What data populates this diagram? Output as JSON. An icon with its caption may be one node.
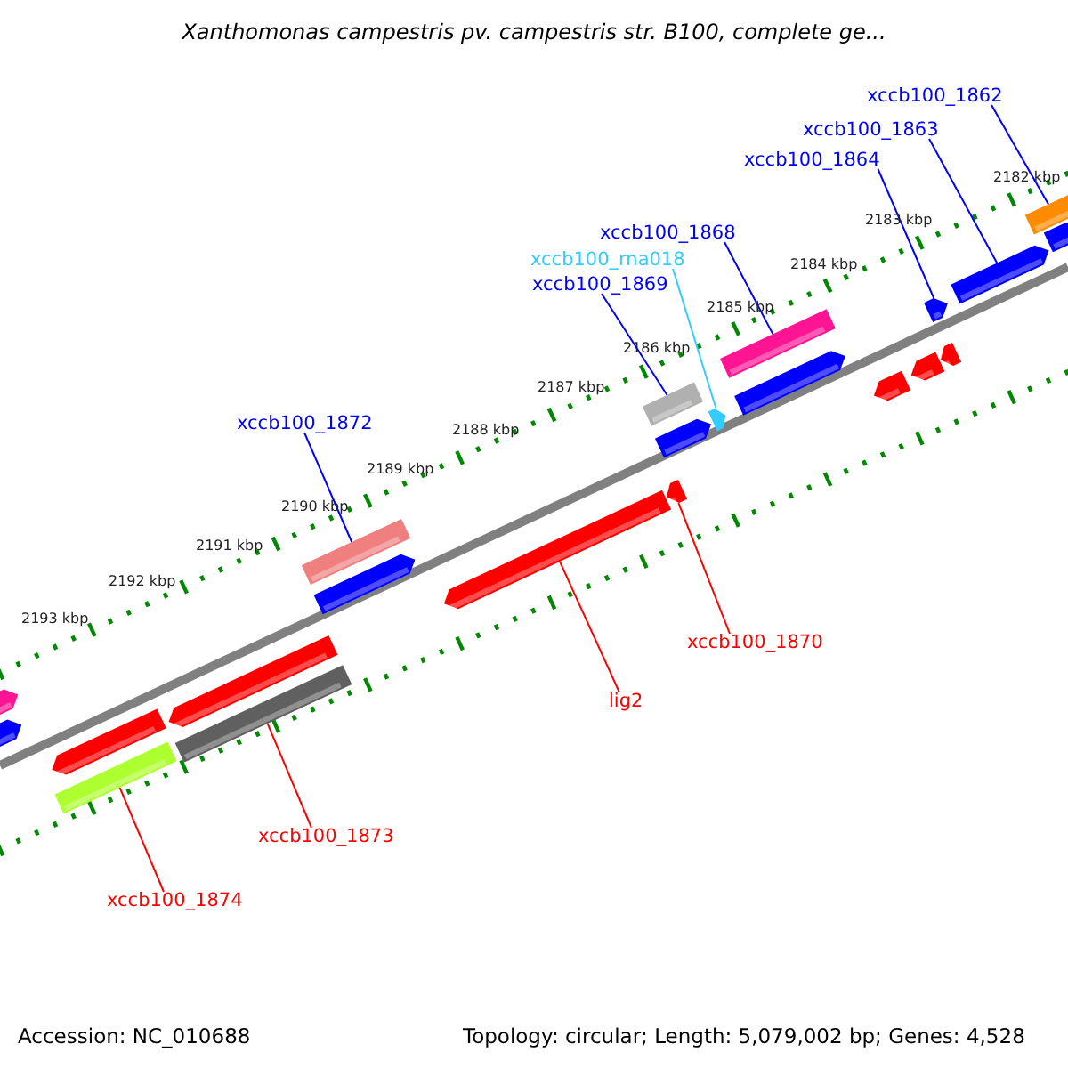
{
  "diagram": {
    "title": "Xanthomonas campestris pv. campestris str. B100, complete ge...",
    "nodes": [
      {
        "text": [
          "xccb100_1862"
        ]
      },
      {
        "text": [
          "xccb100_1863"
        ]
      },
      {
        "text": [
          "xccb100_1864"
        ]
      },
      {
        "text": [
          "xccb100_1868"
        ]
      },
      {
        "text": [
          "xccb100_rna018"
        ]
      },
      {
        "text": [
          "xccb100_1869"
        ]
      },
      {
        "text": [
          "xccb100_1872"
        ]
      },
      {
        "text": [
          "xccb100_1870"
        ]
      },
      {
        "text": [
          "lig2"
        ]
      },
      {
        "text": [
          "xccb100_1873"
        ]
      },
      {
        "text": [
          "xccb100_1874"
        ]
      },
      {
        "text": [],
        "shape": "bar"
      },
      {
        "text": [],
        "shape": "bar"
      },
      {
        "text": [],
        "shape": "bar"
      },
      {
        "text": [],
        "shape": "bar"
      },
      {
        "text": [],
        "shape": "bar"
      },
      {
        "text": [],
        "shape": "bar"
      },
      {
        "text": [],
        "shape": "bar"
      },
      {
        "text": [],
        "shape": "bar"
      },
      {
        "text": [],
        "shape": "bar"
      },
      {
        "text": [],
        "shape": "bar"
      },
      {
        "text": [],
        "shape": "bar"
      },
      {
        "text": [],
        "shape": "bar"
      },
      {
        "text": [],
        "shape": "bar"
      },
      {
        "text": [],
        "shape": "bar"
      },
      {
        "text": [],
        "shape": "bar"
      },
      {
        "text": [],
        "shape": "bar"
      },
      {
        "text": [],
        "shape": "bar"
      },
      {
        "text": [],
        "shape": "bar"
      },
      {
        "text": [],
        "shape": "bar"
      },
      {
        "text": [],
        "shape": "bar"
      },
      {
        "text": [],
        "shape": "bar"
      },
      {
        "text": [],
        "shape": "bar"
      }
    ],
    "edges": [
      {
        "from": 0,
        "to": 31,
        "arrow": "none"
      },
      {
        "from": 1,
        "to": 30,
        "arrow": "none"
      },
      {
        "from": 2,
        "to": 28,
        "arrow": "none"
      },
      {
        "from": 3,
        "to": 24,
        "arrow": "none"
      },
      {
        "from": 4,
        "to": 23,
        "arrow": "none",
        "color": "#33ccff"
      },
      {
        "from": 5,
        "to": 20,
        "arrow": "none"
      },
      {
        "from": 6,
        "to": 17,
        "arrow": "none"
      },
      {
        "from": 7,
        "to": 21,
        "arrow": "none",
        "color": "#ff0000"
      },
      {
        "from": 8,
        "to": 19,
        "arrow": "none",
        "color": "#ff0000"
      },
      {
        "from": 9,
        "to": 16,
        "arrow": "none",
        "color": "#ff0000"
      },
      {
        "from": 10,
        "to": 14,
        "arrow": "none",
        "color": "#ff0000"
      }
    ],
    "labels": [
      "2182 kbp",
      "2183 kbp",
      "2184 kbp",
      "2185 kbp",
      "2186 kbp",
      "2187 kbp",
      "2188 kbp",
      "2189 kbp",
      "2190 kbp",
      "2191 kbp",
      "2192 kbp",
      "2193 kbp",
      "Accession: NC_010688",
      "Topology: circular; Length: 5,079,002 bp; Genes: 4,528"
    ]
  }
}
